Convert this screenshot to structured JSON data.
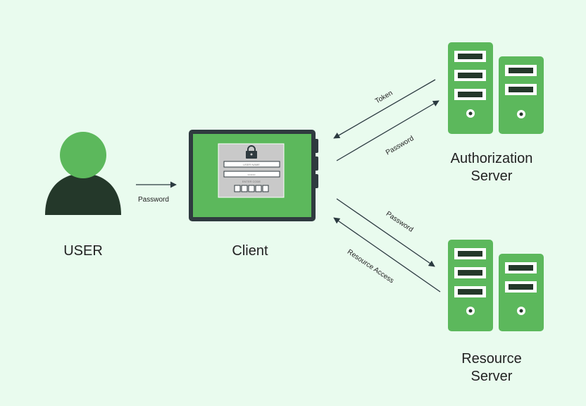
{
  "diagram": {
    "nodes": {
      "user": {
        "label": "USER"
      },
      "client": {
        "label": "Client",
        "login_form": {
          "username_placeholder": "USER NAME",
          "password_placeholder": "••••••••",
          "code_label": "ENTER CODE",
          "code_boxes": 5
        }
      },
      "auth_server": {
        "label_line1": "Authorization",
        "label_line2": "Server"
      },
      "resource_server": {
        "label_line1": "Resource",
        "label_line2": "Server"
      }
    },
    "edges": [
      {
        "id": "user-to-client",
        "label": "Password"
      },
      {
        "id": "auth-to-client",
        "label": "Token"
      },
      {
        "id": "client-to-auth",
        "label": "Password"
      },
      {
        "id": "client-to-resource",
        "label": "Password"
      },
      {
        "id": "resource-to-client",
        "label": "Resource Access"
      }
    ],
    "colors": {
      "background": "#e9fbee",
      "accent_green": "#5cb85c",
      "dark_green": "#24382a",
      "frame": "#2f3a3f",
      "arrow": "#2b3a40"
    }
  }
}
